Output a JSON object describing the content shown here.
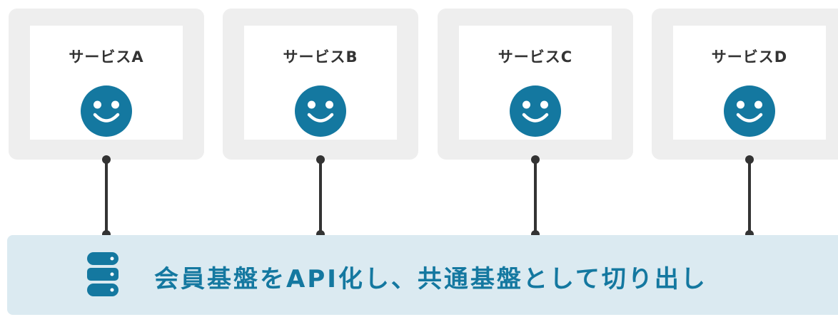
{
  "services": [
    {
      "label": "サービスA",
      "icon": "smiley-face-icon"
    },
    {
      "label": "サービスB",
      "icon": "smiley-face-icon"
    },
    {
      "label": "サービスC",
      "icon": "smiley-face-icon"
    },
    {
      "label": "サービスD",
      "icon": "smiley-face-icon"
    }
  ],
  "platform": {
    "text": "会員基盤をAPI化し、共通基盤として切り出し",
    "icon": "database-icon"
  },
  "colors": {
    "accent": "#1478a0",
    "card_frame": "#eeeeee",
    "connector": "#333333",
    "platform_bg": "#dbeaf1"
  }
}
